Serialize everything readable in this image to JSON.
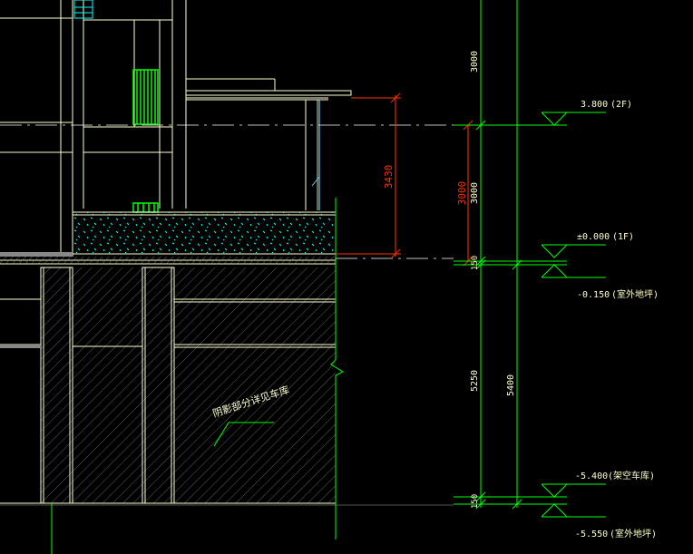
{
  "drawing": {
    "colors": {
      "background": "#000000",
      "structure": "#FFFFCC",
      "dimension_green": "#00FF00",
      "dimension_red": "#FF3300",
      "glass_blue": "#66CCFF",
      "hatch_cyan": "#00FFFF",
      "axis_line": "#FFFFFF",
      "level_text": "#FFFFCC"
    },
    "vertical_dims_left": {
      "seg_3000_top": "3000",
      "seg_3000_mid": "3000",
      "seg_150": "150",
      "seg_5250": "5250",
      "seg_150_bottom": "150"
    },
    "total_dim": "5400",
    "red_dims": {
      "height_3430": "3430",
      "height_3000_red": "3000"
    },
    "levels": [
      {
        "value": "3.800",
        "note": "(2F)"
      },
      {
        "value": "±0.000",
        "note": "(1F)"
      },
      {
        "value": "-0.150",
        "note": "(室外地坪)"
      },
      {
        "value": "-5.400",
        "note": "(架空车库)"
      },
      {
        "value": "-5.550",
        "note": "(室外地坪)"
      }
    ],
    "annotation": "阴影部分详见车库"
  }
}
